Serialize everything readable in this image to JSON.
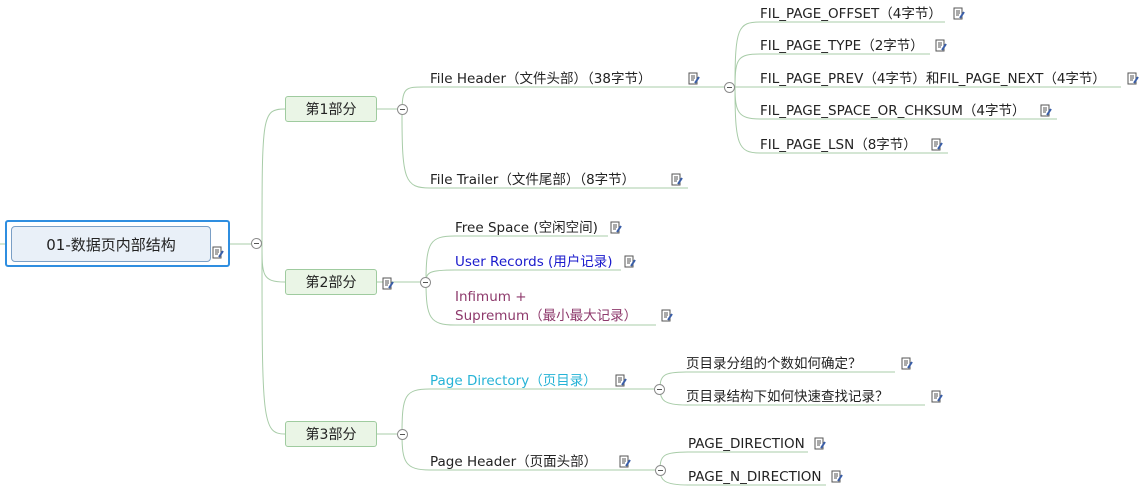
{
  "root": {
    "label": "01-数据页内部结构"
  },
  "branches": {
    "part1": {
      "label": "第1部分",
      "file_header": {
        "label": "File Header（文件头部）（38字节）",
        "children": [
          "FIL_PAGE_OFFSET（4字节）",
          "FIL_PAGE_TYPE（2字节）",
          "FIL_PAGE_PREV（4字节）和FIL_PAGE_NEXT（4字节）",
          "FIL_PAGE_SPACE_OR_CHKSUM（4字节）",
          "FIL_PAGE_LSN（8字节）"
        ]
      },
      "file_trailer": {
        "label": "File Trailer（文件尾部）（8字节）"
      }
    },
    "part2": {
      "label": "第2部分",
      "free_space": {
        "label": "Free Space (空闲空间)"
      },
      "user_records": {
        "label": "User Records (用户记录)"
      },
      "infimum_line1": "Infimum +",
      "infimum_line2": "Supremum（最小最大记录）"
    },
    "part3": {
      "label": "第3部分",
      "page_directory": {
        "label": "Page Directory（页目录）",
        "children": [
          "页目录分组的个数如何确定？",
          "页目录结构下如何快速查找记录？"
        ]
      },
      "page_header": {
        "label": "Page Header（页面头部）",
        "children": [
          "PAGE_DIRECTION",
          "PAGE_N_DIRECTION"
        ]
      }
    }
  },
  "colors": {
    "line": "#a8cca8",
    "root_border": "#2f8ee0",
    "branch_fill": "#eaf5e6",
    "user_records": "#1a1acc",
    "infimum": "#8e3a6c",
    "page_directory": "#26b3d6"
  },
  "icons": {
    "note": "note-icon",
    "collapse": "collapse-toggle-icon"
  }
}
